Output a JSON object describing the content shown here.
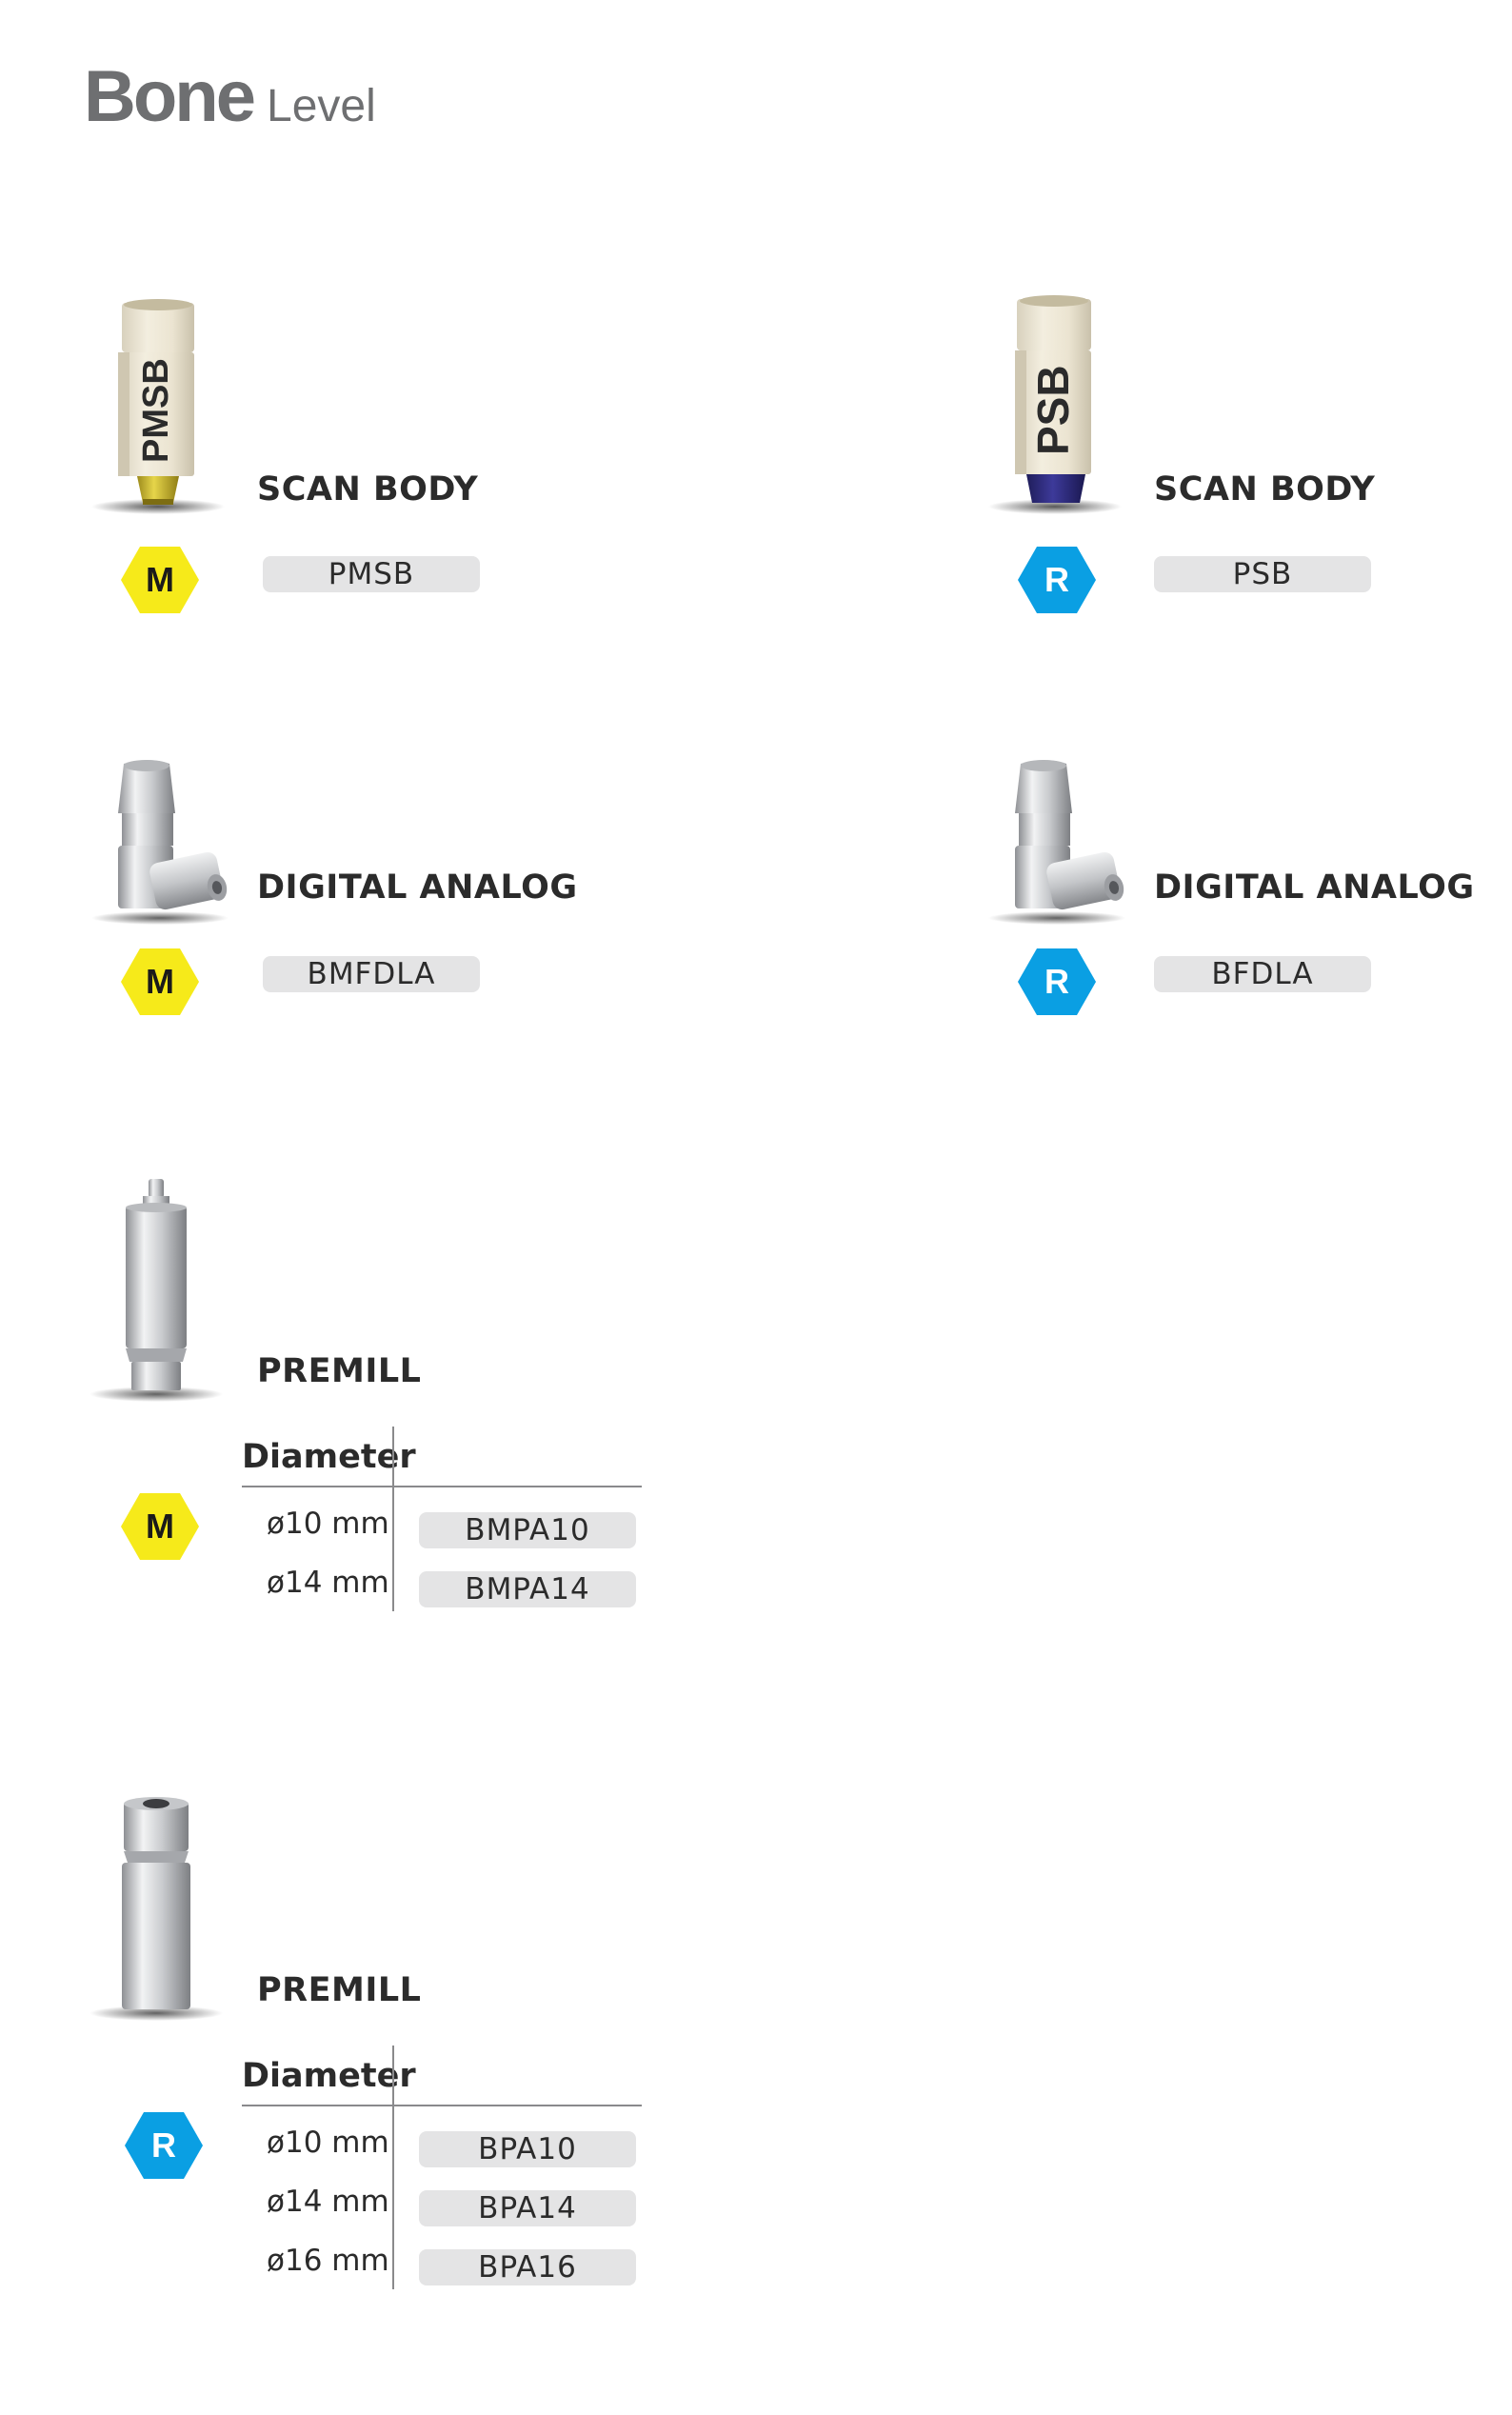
{
  "page_title": {
    "strong": "Bone",
    "light": "Level"
  },
  "colors": {
    "mini_badge": "#f6ea1a",
    "regular_badge": "#0a9fe3",
    "code_pill": "#e4e4e5"
  },
  "products": {
    "scan_body_m": {
      "name": "SCAN BODY",
      "badge": "M",
      "code": "PMSB",
      "image_label": "PMSB"
    },
    "scan_body_r": {
      "name": "SCAN BODY",
      "badge": "R",
      "code": "PSB",
      "image_label": "PSB"
    },
    "analog_m": {
      "name": "DIGITAL ANALOG",
      "badge": "M",
      "code": "BMFDLA"
    },
    "analog_r": {
      "name": "DIGITAL ANALOG",
      "badge": "R",
      "code": "BFDLA"
    },
    "premill_m": {
      "name": "PREMILL",
      "badge": "M",
      "table_header": "Diameter",
      "rows": [
        {
          "diameter": "ø10 mm",
          "code": "BMPA10"
        },
        {
          "diameter": "ø14 mm",
          "code": "BMPA14"
        }
      ]
    },
    "premill_r": {
      "name": "PREMILL",
      "badge": "R",
      "table_header": "Diameter",
      "rows": [
        {
          "diameter": "ø10 mm",
          "code": "BPA10"
        },
        {
          "diameter": "ø14 mm",
          "code": "BPA14"
        },
        {
          "diameter": "ø16 mm",
          "code": "BPA16"
        }
      ]
    }
  }
}
